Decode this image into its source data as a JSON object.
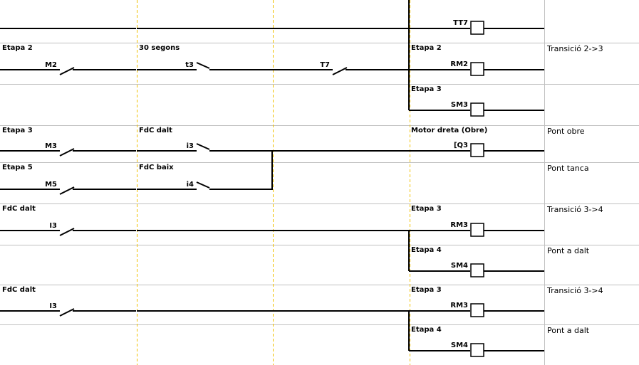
{
  "colors": {
    "wire": "#000000",
    "grid": "#c0c0c0",
    "guide": "#f0c000",
    "background": "#ffffff"
  },
  "rungs": [
    {
      "elements": [
        {
          "kind": "wire",
          "col": 0
        },
        {
          "kind": "wire",
          "col": 1
        },
        {
          "kind": "wire",
          "col": 2
        },
        {
          "kind": "coil",
          "col": 3,
          "name": "TT7",
          "desc": ""
        }
      ],
      "comment": ""
    },
    {
      "elements": [
        {
          "kind": "contact",
          "col": 0,
          "name": "M2",
          "desc": "Etapa 2"
        },
        {
          "kind": "contact_nc",
          "col": 1,
          "name": "t3",
          "desc": "30 segons"
        },
        {
          "kind": "contact",
          "col": 2,
          "name": "T7",
          "desc": ""
        },
        {
          "kind": "coil",
          "col": 3,
          "name": "RM2",
          "desc": "Etapa 2"
        }
      ],
      "comment": "Transició 2->3"
    },
    {
      "elements": [
        {
          "kind": "coil",
          "col": 3,
          "name": "SM3",
          "desc": "Etapa 3"
        }
      ],
      "comment": ""
    },
    {
      "elements": [
        {
          "kind": "contact",
          "col": 0,
          "name": "M3",
          "desc": "Etapa 3"
        },
        {
          "kind": "contact_nc",
          "col": 1,
          "name": "i3",
          "desc": "FdC dalt"
        },
        {
          "kind": "wire",
          "col": 2
        },
        {
          "kind": "coil",
          "col": 3,
          "name": "[Q3",
          "desc": "Motor dreta (Obre)"
        }
      ],
      "comment": "Pont obre"
    },
    {
      "elements": [
        {
          "kind": "contact",
          "col": 0,
          "name": "M5",
          "desc": "Etapa 5"
        },
        {
          "kind": "contact_nc",
          "col": 1,
          "name": "i4",
          "desc": "FdC baix"
        }
      ],
      "comment": "Pont tanca"
    },
    {
      "elements": [
        {
          "kind": "contact",
          "col": 0,
          "name": "I3",
          "desc": "FdC dalt"
        },
        {
          "kind": "wire",
          "col": 1
        },
        {
          "kind": "wire",
          "col": 2
        },
        {
          "kind": "coil",
          "col": 3,
          "name": "RM3",
          "desc": "Etapa 3"
        }
      ],
      "comment": "Transició 3->4"
    },
    {
      "elements": [
        {
          "kind": "coil",
          "col": 3,
          "name": "SM4",
          "desc": "Etapa 4"
        }
      ],
      "comment": "Pont a dalt"
    },
    {
      "elements": [
        {
          "kind": "contact",
          "col": 0,
          "name": "I3",
          "desc": "FdC dalt"
        },
        {
          "kind": "wire",
          "col": 1
        },
        {
          "kind": "wire",
          "col": 2
        },
        {
          "kind": "coil",
          "col": 3,
          "name": "RM3",
          "desc": "Etapa 3"
        }
      ],
      "comment": "Transició 3->4"
    },
    {
      "elements": [
        {
          "kind": "coil",
          "col": 3,
          "name": "SM4",
          "desc": "Etapa 4"
        }
      ],
      "comment": "Pont a dalt"
    }
  ]
}
